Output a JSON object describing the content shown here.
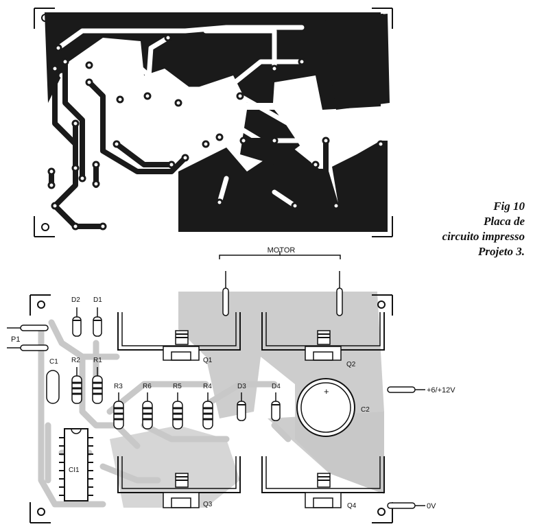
{
  "caption": {
    "fig": "Fig 10",
    "line1": "Placa de",
    "line2": "circuito impresso",
    "line3": "Projeto 3."
  },
  "labels": {
    "motor": "MOTOR",
    "p1": "P1",
    "c1": "C1",
    "c2": "C2",
    "ci1": "CI1",
    "d1": "D1",
    "d2": "D2",
    "d3": "D3",
    "d4": "D4",
    "r1": "R1",
    "r2": "R2",
    "r3": "R3",
    "r4": "R4",
    "r5": "R5",
    "r6": "R6",
    "q1": "Q1",
    "q2": "Q2",
    "q3": "Q3",
    "q4": "Q4",
    "supply": "+6/+12V",
    "ground": "0V",
    "plus": "+"
  },
  "colors": {
    "copper": "#1a1a1a",
    "trace_shadow": "#c8c8c8",
    "ink": "#111111",
    "paper": "#ffffff"
  }
}
